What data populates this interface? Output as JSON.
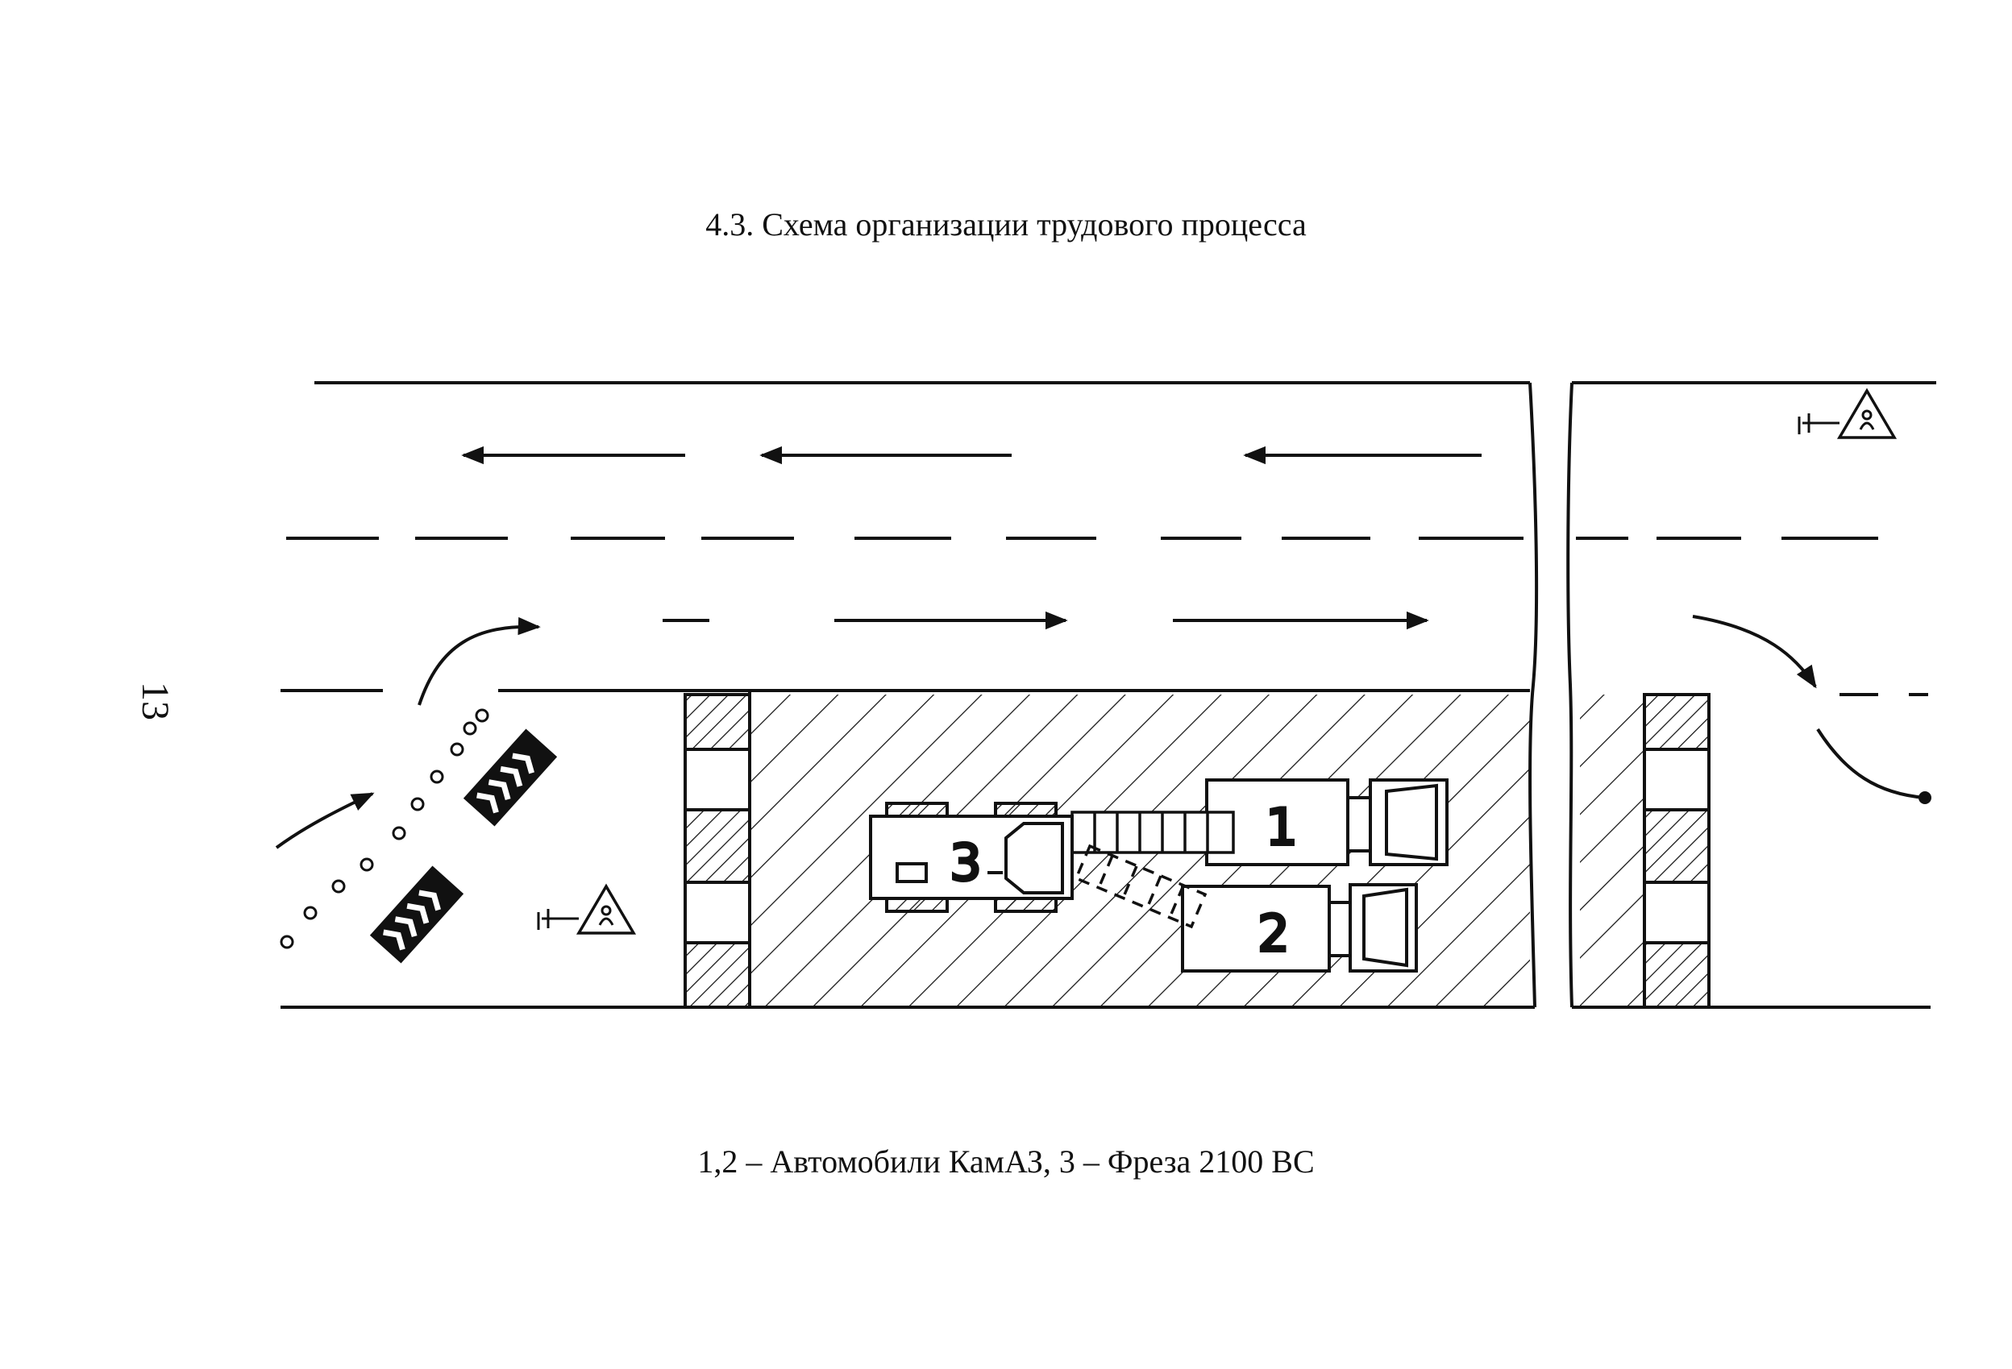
{
  "page": {
    "number": "13"
  },
  "title": "4.3. Схема организации трудового процесса",
  "caption": "1,2 – Автомобили КамАЗ, 3 – Фреза 2100 ВС",
  "vehicles": [
    {
      "label": "1",
      "name": "kamaz-truck-1"
    },
    {
      "label": "2",
      "name": "kamaz-truck-2"
    },
    {
      "label": "3",
      "name": "milling-machine-3"
    }
  ],
  "signs": [
    "road-works-sign",
    "road-works-sign"
  ],
  "colors": {
    "ink": "#111111",
    "paper": "#ffffff"
  }
}
